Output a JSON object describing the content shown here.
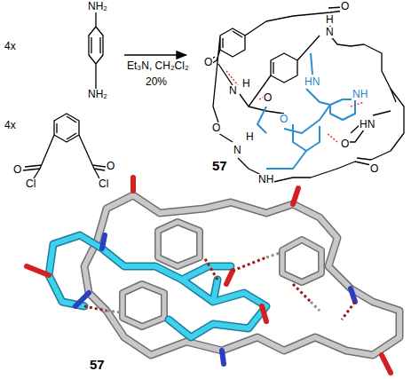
{
  "diagram": {
    "labels": [
      "4x",
      "NH₂",
      "NH₂",
      "Et₃N, CH₂Cl₂",
      "20%",
      "4x",
      "O",
      "Cl",
      "O",
      "Cl",
      "O",
      "H",
      "N",
      "O",
      "N",
      "H",
      "O",
      "O",
      "H",
      "N",
      "NH",
      "O",
      "HN",
      "O",
      "HN",
      "O",
      "NH",
      "57",
      "57"
    ]
  }
}
